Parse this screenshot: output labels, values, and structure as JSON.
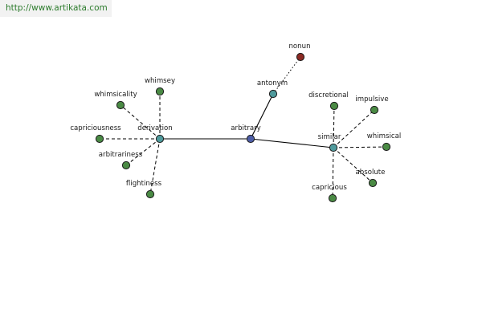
{
  "watermark": {
    "url_text": "http://www.artikata.com",
    "color": "#2a7a2a",
    "background": "#f2f2f2"
  },
  "colors": {
    "center": "#4d5da6",
    "relation": "#4f9a9c",
    "related_word": "#4a8a44",
    "antonym_word": "#8b2a24"
  },
  "graph": {
    "nodes": [
      {
        "id": "arbitrary",
        "label": "arbitrary",
        "kind": "center"
      },
      {
        "id": "derivation",
        "label": "derivation",
        "kind": "relation"
      },
      {
        "id": "antonym",
        "label": "antonym",
        "kind": "relation"
      },
      {
        "id": "similar",
        "label": "similar",
        "kind": "relation"
      },
      {
        "id": "nonun",
        "label": "nonun",
        "kind": "antonym_word"
      },
      {
        "id": "whimsey",
        "label": "whimsey",
        "kind": "related_word"
      },
      {
        "id": "whimsicality",
        "label": "whimsicality",
        "kind": "related_word"
      },
      {
        "id": "capriciousness",
        "label": "capriciousness",
        "kind": "related_word"
      },
      {
        "id": "arbitrariness",
        "label": "arbitrariness",
        "kind": "related_word"
      },
      {
        "id": "flightiness",
        "label": "flightiness",
        "kind": "related_word"
      },
      {
        "id": "discretional",
        "label": "discretional",
        "kind": "related_word"
      },
      {
        "id": "impulsive",
        "label": "impulsive",
        "kind": "related_word"
      },
      {
        "id": "whimsical",
        "label": "whimsical",
        "kind": "related_word"
      },
      {
        "id": "absolute",
        "label": "absolute",
        "kind": "related_word"
      },
      {
        "id": "capricious",
        "label": "capricious",
        "kind": "related_word"
      }
    ],
    "edges": [
      {
        "from": "arbitrary",
        "to": "derivation",
        "style": "solid"
      },
      {
        "from": "arbitrary",
        "to": "antonym",
        "style": "solid"
      },
      {
        "from": "arbitrary",
        "to": "similar",
        "style": "solid"
      },
      {
        "from": "antonym",
        "to": "nonun",
        "style": "dotted"
      },
      {
        "from": "derivation",
        "to": "whimsey",
        "style": "dashed"
      },
      {
        "from": "derivation",
        "to": "whimsicality",
        "style": "dashed"
      },
      {
        "from": "derivation",
        "to": "capriciousness",
        "style": "dashed"
      },
      {
        "from": "derivation",
        "to": "arbitrariness",
        "style": "dashed"
      },
      {
        "from": "derivation",
        "to": "flightiness",
        "style": "dashed"
      },
      {
        "from": "similar",
        "to": "discretional",
        "style": "dashed"
      },
      {
        "from": "similar",
        "to": "impulsive",
        "style": "dashed"
      },
      {
        "from": "similar",
        "to": "whimsical",
        "style": "dashed"
      },
      {
        "from": "similar",
        "to": "absolute",
        "style": "dashed"
      },
      {
        "from": "similar",
        "to": "capricious",
        "style": "dashed"
      }
    ]
  }
}
